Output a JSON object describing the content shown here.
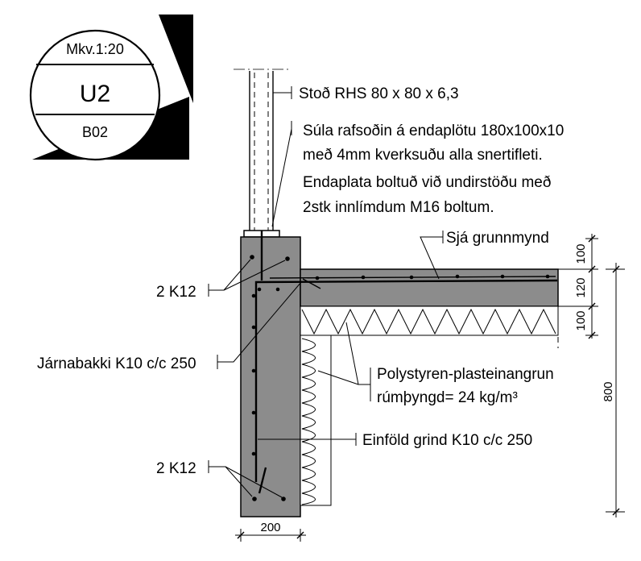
{
  "title_block": {
    "scale": "Mkv.1:20",
    "detail_id": "U2",
    "sheet": "B02"
  },
  "annotations": {
    "post": "Stoð RHS 80 x 80 x 6,3",
    "weld_lines": [
      "Súla rafsoðin á endaplötu 180x100x10",
      "með 4mm kverksuðu alla snertifleti.",
      "Endaplata boltuð við undirstöðu með",
      "2stk innlímdum M16 boltum."
    ],
    "see_plan": "Sjá grunnmynd",
    "rebar_top": "2 K12",
    "stirrups": "Járnabakki K10 c/c 250",
    "insulation_lines": [
      "Polystyren-plasteinangrun",
      "rúmþyngd= 24 kg/m³"
    ],
    "mesh": "Einföld grind K10 c/c 250",
    "rebar_bottom": "2 K12"
  },
  "dimensions": {
    "wall_width": "200",
    "slab_top": "100",
    "slab": "120",
    "insulation": "100",
    "total_height": "800"
  }
}
